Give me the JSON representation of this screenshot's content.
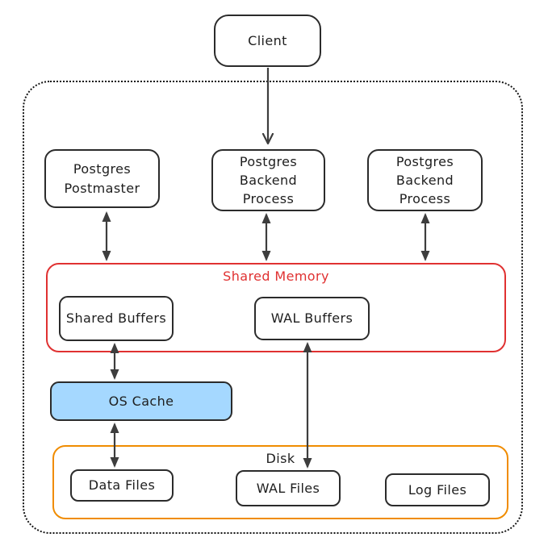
{
  "diagram": {
    "description": "PostgreSQL process and memory architecture diagram",
    "nodes": {
      "client": {
        "label": "Client"
      },
      "postgres_postmaster": {
        "label": "Postgres\nPostmaster"
      },
      "postgres_backend_process_1": {
        "label": "Postgres\nBackend Process"
      },
      "postgres_backend_process_2": {
        "label": "Postgres\nBackend Process"
      },
      "shared_memory": {
        "label": "Shared Memory"
      },
      "shared_buffers": {
        "label": "Shared Buffers"
      },
      "wal_buffers": {
        "label": "WAL Buffers"
      },
      "os_cache": {
        "label": "OS Cache"
      },
      "disk": {
        "label": "Disk"
      },
      "data_files": {
        "label": "Data Files"
      },
      "wal_files": {
        "label": "WAL Files"
      },
      "log_files": {
        "label": "Log Files"
      }
    },
    "edges": [
      {
        "from": "client",
        "to": "postgres_backend_process_1",
        "bidirectional": false
      },
      {
        "from": "postgres_postmaster",
        "to": "shared_memory",
        "bidirectional": true
      },
      {
        "from": "postgres_backend_process_1",
        "to": "shared_memory",
        "bidirectional": true
      },
      {
        "from": "postgres_backend_process_2",
        "to": "shared_memory",
        "bidirectional": true
      },
      {
        "from": "shared_buffers",
        "to": "os_cache",
        "bidirectional": true
      },
      {
        "from": "os_cache",
        "to": "data_files",
        "bidirectional": true
      },
      {
        "from": "wal_buffers",
        "to": "wal_files",
        "bidirectional": true
      }
    ],
    "colors": {
      "shared_memory_accent": "#e03131",
      "disk_accent": "#f08c00",
      "os_cache_fill": "#a5d8ff",
      "node_stroke": "#2b2b2b",
      "arrow_stroke": "#3d3d3d",
      "outer_boundary_stroke": "#141414",
      "canvas_background": "#ffffff"
    }
  }
}
